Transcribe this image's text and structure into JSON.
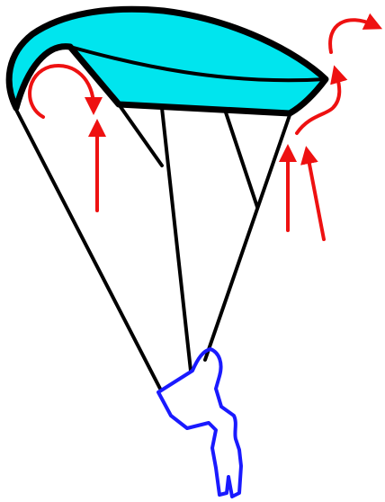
{
  "diagram": {
    "subject": "paraglider",
    "parts": [
      "canopy",
      "suspension-lines",
      "pilot",
      "airflow-arrows"
    ],
    "colors": {
      "canopy_fill": "#00e5ee",
      "outline": "#000000",
      "pilot": "#1a1aff",
      "airflow": "#ee1111",
      "background": "#ffffff"
    }
  }
}
